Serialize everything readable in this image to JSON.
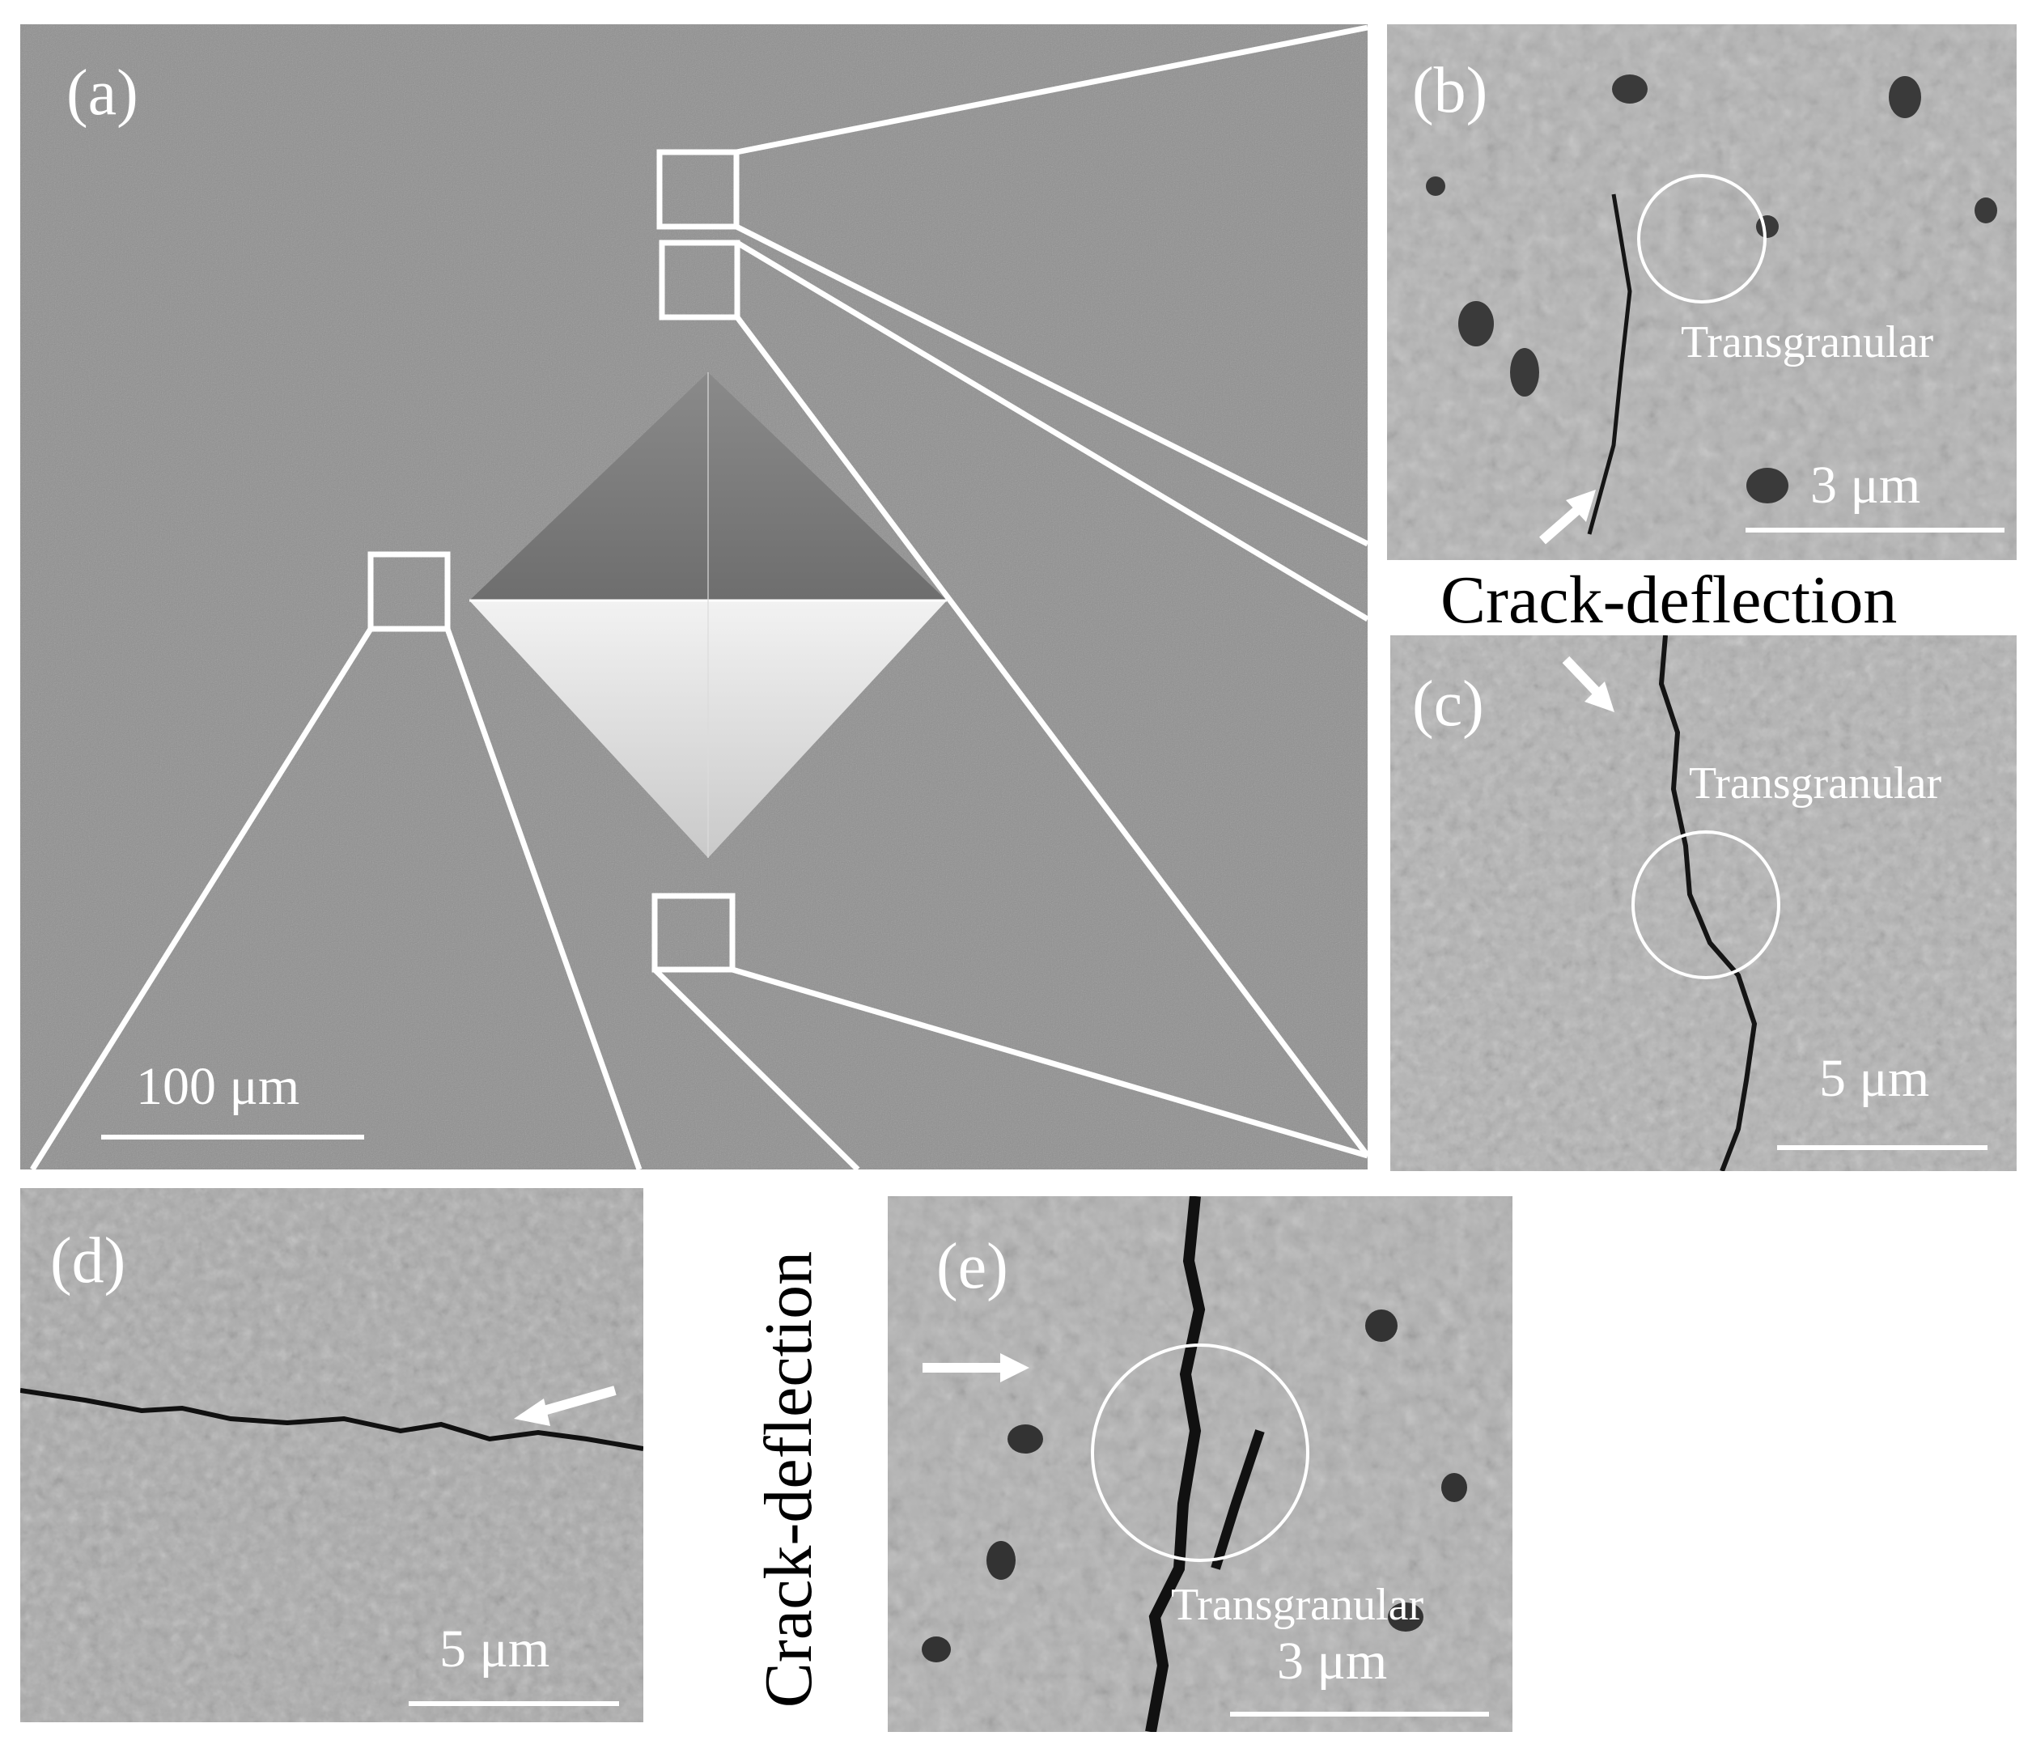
{
  "panels": {
    "a": {
      "label": "(a)",
      "scale": "100 μm"
    },
    "b": {
      "label": "(b)",
      "scale": "3 μm",
      "annotation": "Transgranular"
    },
    "c": {
      "label": "(c)",
      "scale": "5 μm",
      "annotation": "Transgranular"
    },
    "d": {
      "label": "(d)",
      "scale": "5 μm"
    },
    "e": {
      "label": "(e)",
      "scale": "3 μm",
      "annotation": "Transgranular"
    }
  },
  "captions": {
    "horizontal": "Crack-deflection",
    "vertical": "Crack-deflection"
  },
  "colors": {
    "sem_gray": "#8c8c8c",
    "light_gray": "#b4b4b4",
    "overlay_white": "#ffffff",
    "crack_black": "#111111"
  }
}
